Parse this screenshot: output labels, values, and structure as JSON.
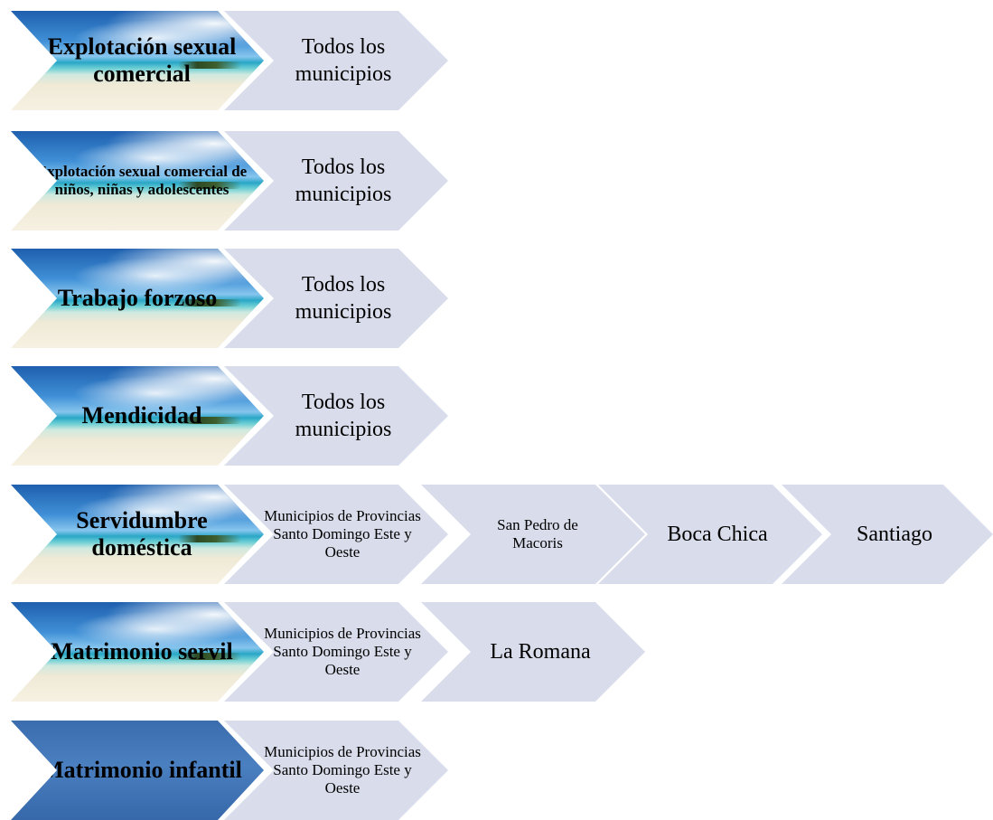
{
  "rows": [
    {
      "header": "Explotación sexual comercial",
      "steps": [
        "Todos los municipios"
      ]
    },
    {
      "header": "Explotación sexual comercial de niños, niñas y adolescentes",
      "steps": [
        "Todos los municipios"
      ]
    },
    {
      "header": "Trabajo forzoso",
      "steps": [
        "Todos los municipios"
      ]
    },
    {
      "header": "Mendicidad",
      "steps": [
        "Todos los municipios"
      ]
    },
    {
      "header": "Servidumbre doméstica",
      "steps": [
        "Municipios de Provincias Santo Domingo Este y Oeste",
        "San Pedro de Macoris",
        "Boca Chica",
        "Santiago"
      ]
    },
    {
      "header": "Matrimonio servil",
      "steps": [
        "Municipios de Provincias Santo Domingo Este y Oeste",
        "La Romana"
      ]
    },
    {
      "header": "Matrimonio infantil",
      "steps": [
        "Municipios de Provincias Santo Domingo Este y Oeste"
      ]
    }
  ]
}
